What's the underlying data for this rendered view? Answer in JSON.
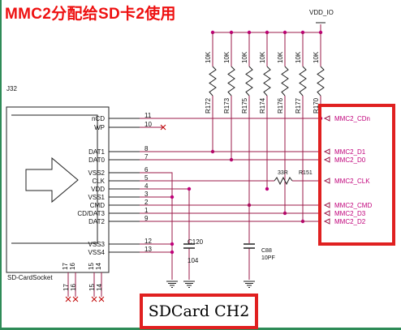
{
  "title": "MMC2分配给SD卡2使用",
  "caption": "SDCard CH2",
  "colors": {
    "wire": "#9b1b4a",
    "part": "#222222",
    "highlight": "#e02020",
    "title": "#ee1111",
    "net_dot": "#c0007a",
    "border": "#2e8b57"
  },
  "power_net": "VDD_IO",
  "connector": {
    "ref": "J32",
    "part_name": "SD-CardSocket",
    "pins": [
      {
        "name": "nCD",
        "num": "11"
      },
      {
        "name": "WP",
        "num": "10"
      },
      {
        "name": "DAT1",
        "num": "8"
      },
      {
        "name": "DAT0",
        "num": "7"
      },
      {
        "name": "VSS2",
        "num": "6"
      },
      {
        "name": "CLK",
        "num": "5"
      },
      {
        "name": "VDD",
        "num": "4"
      },
      {
        "name": "VSS1",
        "num": "3"
      },
      {
        "name": "CMD",
        "num": "2"
      },
      {
        "name": "CD/DAT3",
        "num": "1"
      },
      {
        "name": "DAT2",
        "num": "9"
      },
      {
        "name": "VSS3",
        "num": "12"
      },
      {
        "name": "VSS4",
        "num": "13"
      }
    ],
    "bottom_pins": [
      "17",
      "16",
      "15",
      "14"
    ]
  },
  "pullups": [
    {
      "ref": "R172",
      "value": "10K"
    },
    {
      "ref": "R173",
      "value": "10K"
    },
    {
      "ref": "R175",
      "value": "10K"
    },
    {
      "ref": "R174",
      "value": "10K"
    },
    {
      "ref": "R176",
      "value": "10K"
    },
    {
      "ref": "R177",
      "value": "10K"
    },
    {
      "ref": "R170",
      "value": "10K"
    }
  ],
  "series_resistor": {
    "value": "33R",
    "ref": "R151"
  },
  "caps": [
    {
      "ref": "C120",
      "value": "104"
    },
    {
      "ref": "C88",
      "value": "10PF"
    }
  ],
  "nets": [
    "MMC2_CDn",
    "MMC2_D1",
    "MMC2_D0",
    "MMC2_CLK",
    "MMC2_CMD",
    "MMC2_D3",
    "MMC2_D2"
  ]
}
